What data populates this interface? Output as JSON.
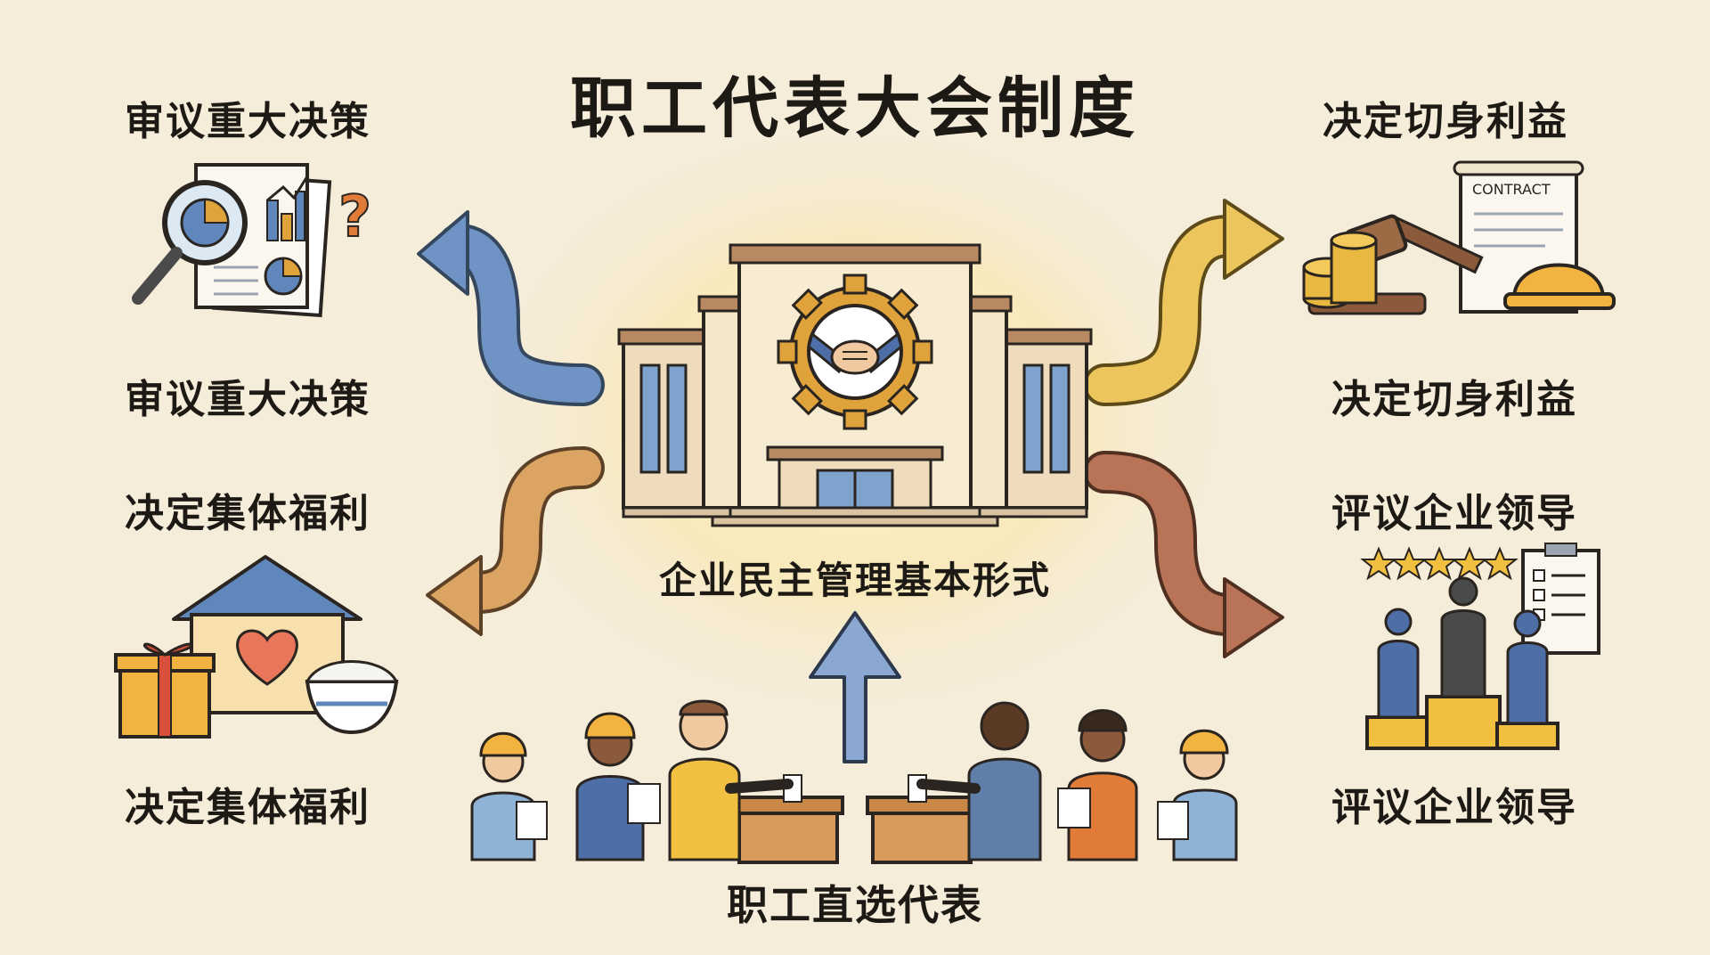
{
  "title": "职工代表大会制度",
  "center": {
    "label": "企业民主管理基本形式",
    "building_icon": "building-with-handshake-gear-icon"
  },
  "bottom": {
    "label": "职工直选代表",
    "icon": "workers-voting-ballot-box-icon"
  },
  "functions": [
    {
      "title": "审议重大决策",
      "caption": "审议重大决策",
      "icon": "magnifier-chart-document-icon",
      "arrow_color": "#5f87bc",
      "position": "top-left"
    },
    {
      "title": "决定集体福利",
      "caption": "决定集体福利",
      "icon": "house-heart-gift-rice-icon",
      "arrow_color": "#d89c56",
      "position": "bottom-left"
    },
    {
      "title": "决定切身利益",
      "caption": "决定切身利益",
      "icon": "contract-gavel-coins-helmet-icon",
      "arrow_color": "#e8bf55",
      "position": "top-right"
    },
    {
      "title": "评议企业领导",
      "caption": "评议企业领导",
      "icon": "leaders-podium-rating-icon",
      "arrow_color": "#b97356",
      "position": "bottom-right"
    }
  ],
  "contract_text": "CONTRACT"
}
